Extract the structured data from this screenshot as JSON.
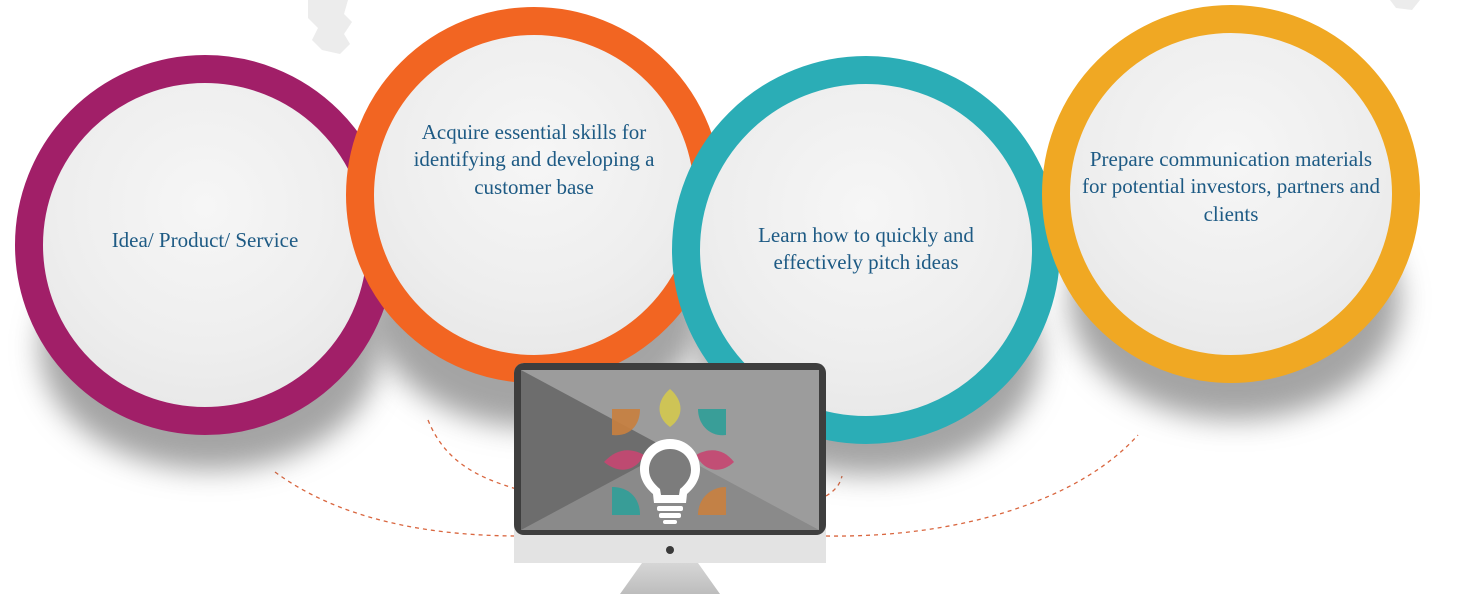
{
  "circles": [
    {
      "label": "Idea/ Product/ Service",
      "color": "#a11f68"
    },
    {
      "label": "Acquire essential skills for identifying and developing a customer base",
      "color": "#f26522"
    },
    {
      "label": "Learn how to quickly and effectively pitch ideas",
      "color": "#2badb6"
    },
    {
      "label": "Prepare communication materials for potential investors, partners and clients",
      "color": "#f0a823"
    }
  ],
  "monitor": {
    "icon": "lightbulb-icon",
    "petal_colors": [
      "#d4c94f",
      "#2f9e98",
      "#c64671",
      "#c9803e"
    ]
  }
}
